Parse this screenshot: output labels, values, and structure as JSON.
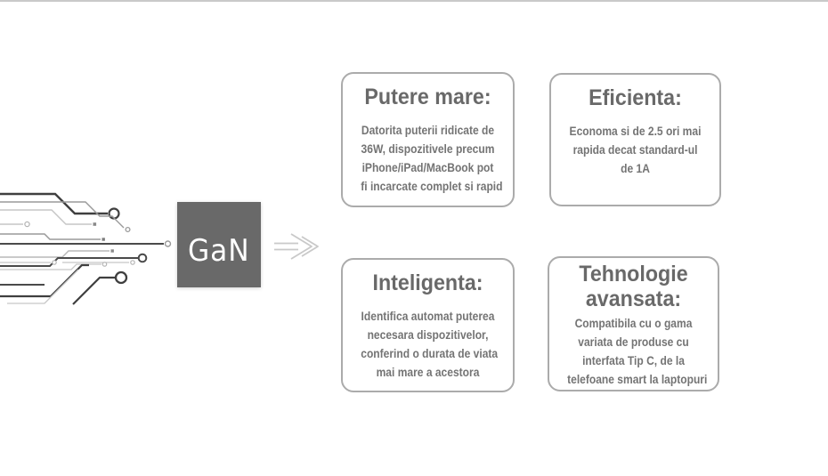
{
  "logo": {
    "label": "GaN"
  },
  "cards": [
    {
      "title": "Putere mare:",
      "body": "Datorita puterii ridicate de\n36W, dispozitivele precum\niPhone/iPad/MacBook pot\nfi incarcate complet si rapid"
    },
    {
      "title": "Eficienta:",
      "body": "Economa si de 2.5 ori mai\nrapida decat standard-ul\nde 1A"
    },
    {
      "title": "Inteligenta:",
      "body": "Identifica automat puterea\nnecesara dispozitivelor,\nconferind o durata de viata\nmai mare a acestora"
    },
    {
      "title": "Tehnologie avansata:",
      "body": "Compatibila cu o gama\nvariata de produse cu\ninterfata Tip C, de la\ntelefoane smart la laptopuri"
    }
  ],
  "icons": {
    "arrow": "double-arrow-right",
    "left_graphic": "circuit-traces"
  },
  "colors": {
    "logo_background": "#696969",
    "logo_text": "#ffffff",
    "card_border": "#ababab",
    "title_text": "#696969",
    "body_text": "#747474",
    "trace_dark": "#3f3f3f",
    "trace_mid": "#9a9a9a",
    "trace_light": "#c6c6c6",
    "arrow_stroke": "#c9c9c9",
    "top_line": "#c9c9c9",
    "background": "#ffffff"
  }
}
